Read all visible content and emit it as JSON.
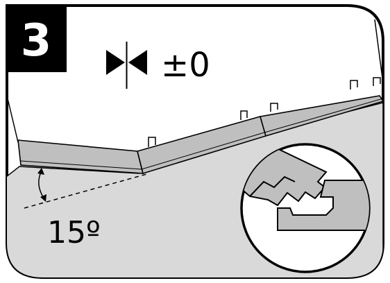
{
  "step": {
    "number": "3"
  },
  "gap_indicator": {
    "icon": "butt-joint-arrows-icon",
    "value": "±0"
  },
  "angle": {
    "value": "15º"
  },
  "detail_view": {
    "icon": "tongue-groove-joint-detail"
  },
  "colors": {
    "panel_gray": "#d9d9d9",
    "board_gray": "#bfbfbf",
    "outline": "#000000",
    "badge": "#000000"
  }
}
